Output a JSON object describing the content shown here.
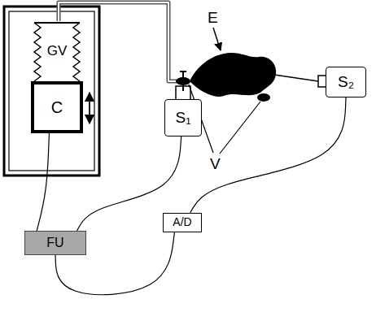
{
  "diagram": {
    "nodes": [
      {
        "text": [
          "GV"
        ]
      },
      {
        "text": [
          "C"
        ]
      },
      {
        "text": [
          "S₁"
        ]
      },
      {
        "text": [
          "S₂"
        ]
      },
      {
        "text": [
          "A/D"
        ]
      },
      {
        "text": [
          "FU"
        ]
      }
    ],
    "edges": [
      {
        "from": 1,
        "to": 5,
        "arrow": "none"
      },
      {
        "from": 2,
        "to": 5,
        "arrow": "none"
      },
      {
        "from": 3,
        "to": 4,
        "arrow": "none"
      },
      {
        "from": 4,
        "to": 5,
        "arrow": "none"
      }
    ],
    "labels": [
      "E",
      "V"
    ]
  }
}
